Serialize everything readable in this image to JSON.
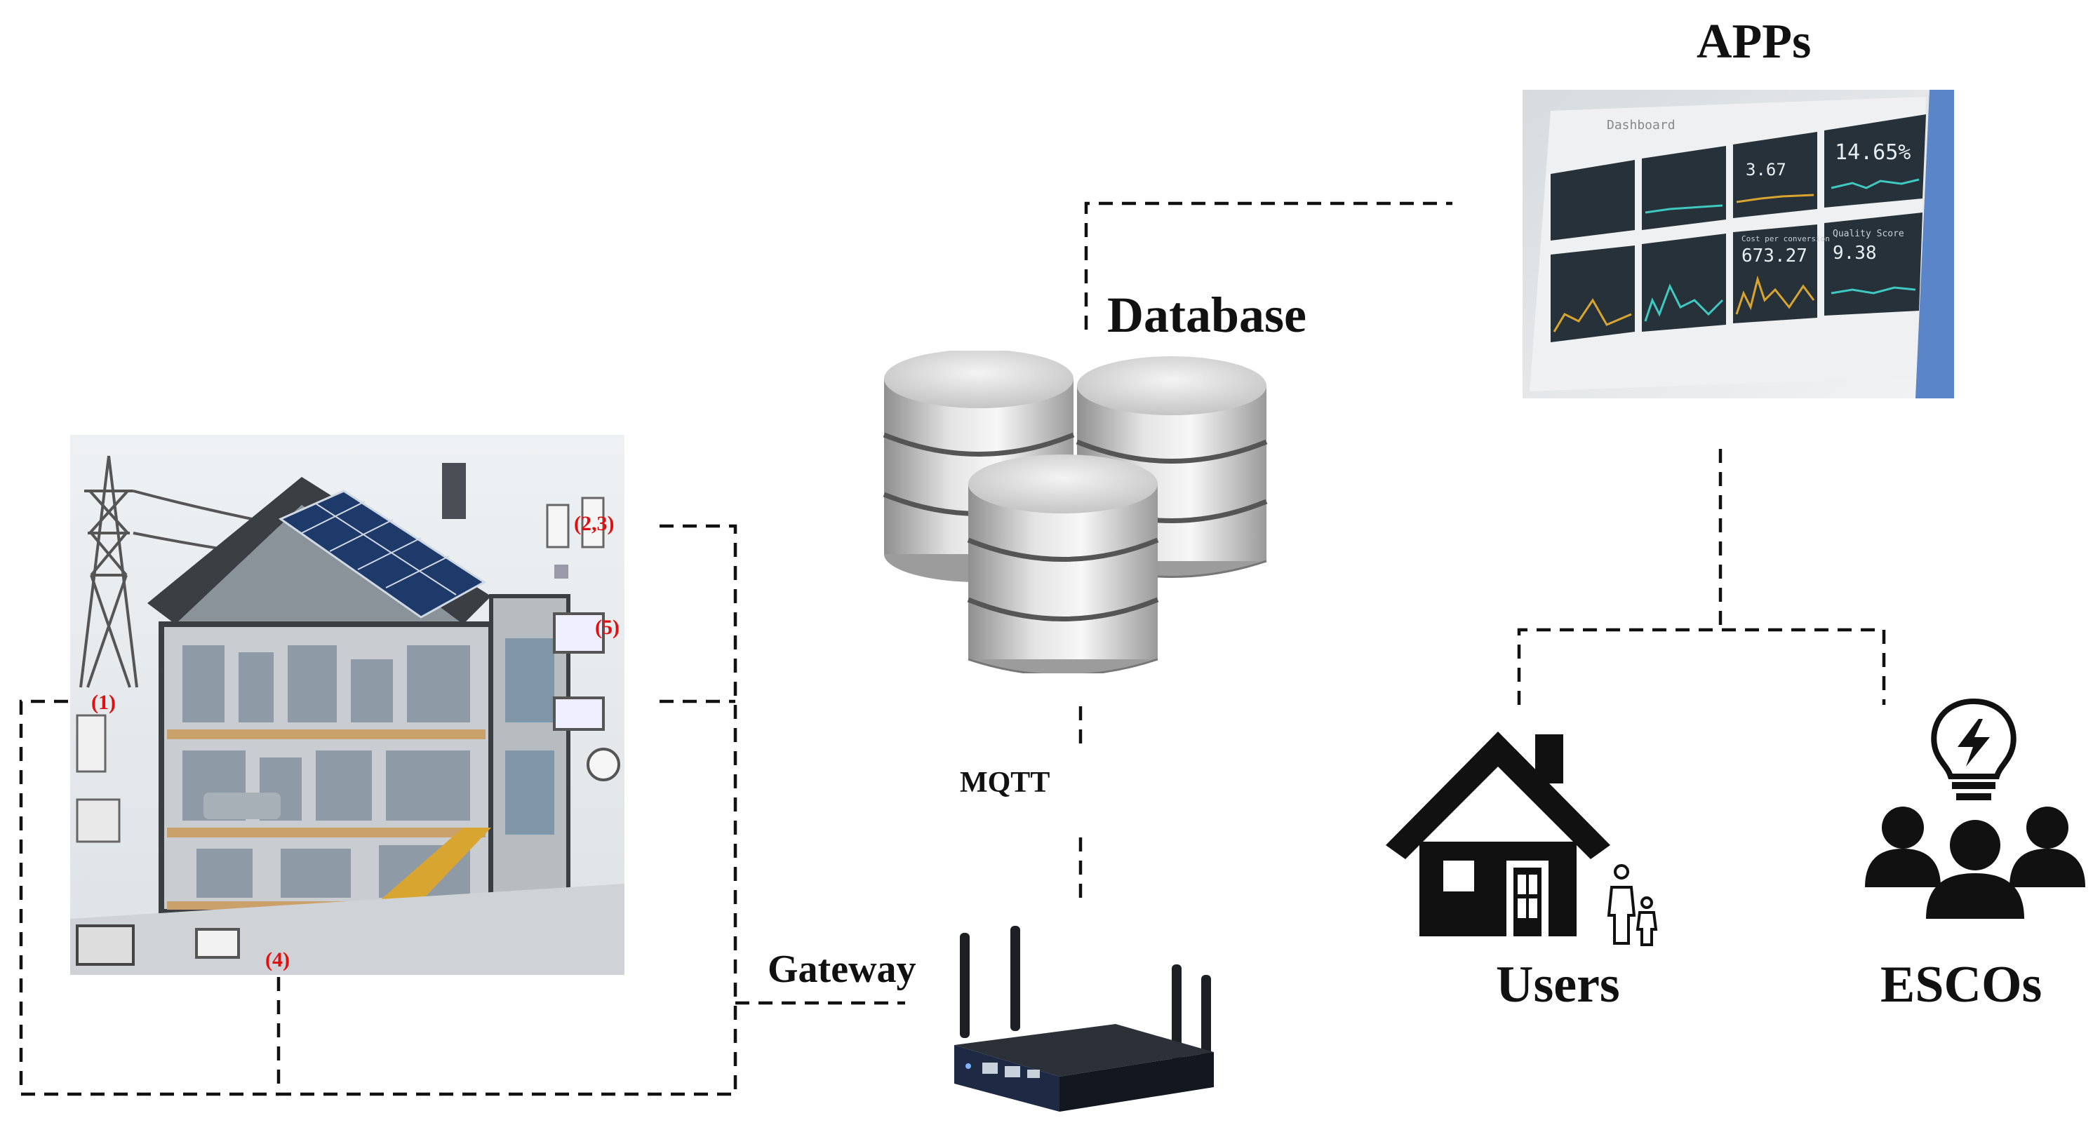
{
  "labels": {
    "apps": "APPs",
    "database": "Database",
    "mqtt": "MQTT",
    "gateway": "Gateway",
    "users": "Users",
    "escos": "ESCOs"
  },
  "house_markers": {
    "m23": "(2,3)",
    "m5": "(5)",
    "m1": "(1)",
    "m4": "(4)"
  },
  "dashboard": {
    "title": "Dashboard",
    "tiles": [
      {
        "value": "14.65%"
      },
      {
        "value": "3.67"
      },
      {
        "value": "673.27",
        "caption": "Cost per conversion"
      },
      {
        "value": "9.38",
        "caption": "Quality Score"
      }
    ]
  },
  "colors": {
    "line": "#111111",
    "marker": "#e01010",
    "icon": "#111111",
    "screen_bg": "#26313a",
    "spark_teal": "#3fc9c0",
    "spark_gold": "#d9a531"
  },
  "icons": {
    "house": "house-icon",
    "people": "people-with-lightbulb-icon",
    "database": "database-cylinders-icon",
    "router": "router-icon",
    "dashboard": "dashboard-screen-icon",
    "building": "smart-house-cutaway-illustration"
  }
}
